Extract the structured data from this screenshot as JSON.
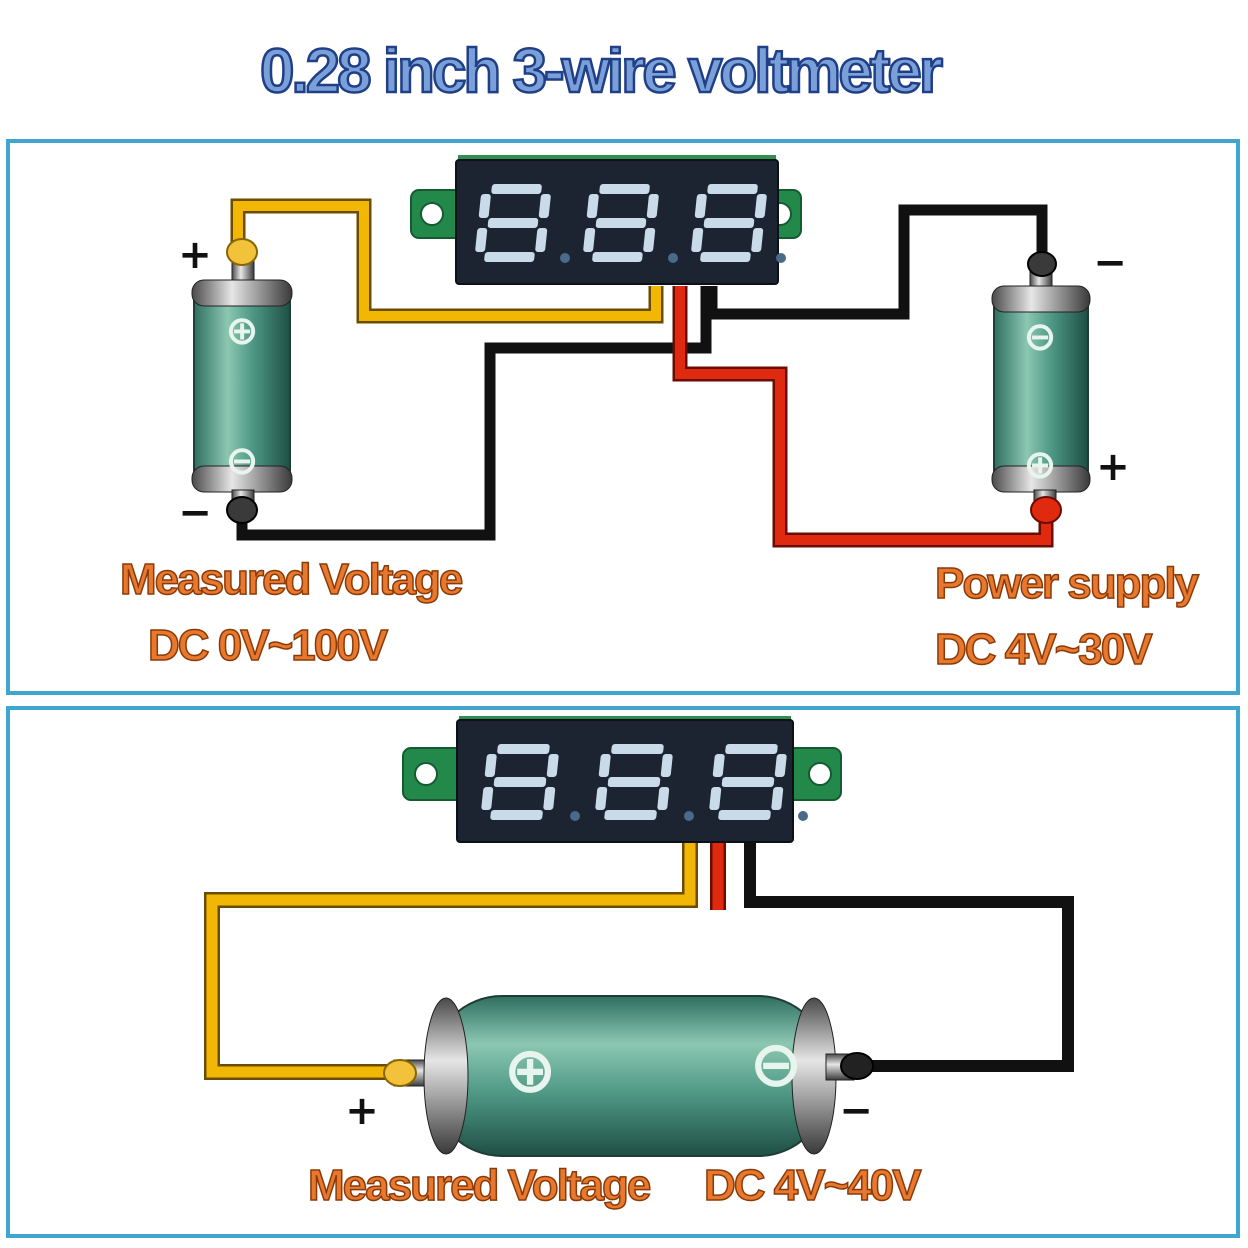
{
  "title": "0.28 inch 3-wire voltmeter",
  "colors": {
    "title_fill": "#7b9fd8",
    "title_stroke": "#1f3f86",
    "panel_border": "#3fa6cf",
    "label_fill": "#e8782e",
    "label_stroke": "#8a3a08",
    "wire_yellow": "#f2b705",
    "wire_red": "#e02a10",
    "wire_black": "#111111",
    "battery_green": "#4f9a86",
    "pcb_green": "#23894a",
    "display_bg": "#1b2430",
    "segment": "#c9dbe8"
  },
  "icons": [
    "seven-segment-display",
    "battery-icon",
    "plus-symbol",
    "minus-symbol"
  ],
  "top_panel": {
    "display_digits": "8.8.8.",
    "measured_battery": {
      "top_terminal": "⊕",
      "bottom_terminal": "⊖",
      "plus_sign": "+",
      "minus_sign": "−"
    },
    "supply_battery": {
      "top_terminal": "⊖",
      "bottom_terminal": "⊕",
      "plus_sign": "+",
      "minus_sign": "−"
    },
    "measured_label_line1": "Measured  Voltage",
    "measured_label_line2": "DC 0V~100V",
    "supply_label_line1": "Power supply",
    "supply_label_line2": "DC 4V~30V"
  },
  "bottom_panel": {
    "display_digits": "8.8.8.",
    "battery": {
      "left_terminal": "⊕",
      "right_terminal": "⊖",
      "plus_sign": "+",
      "minus_sign": "−"
    },
    "label_part1": "Measured  Voltage",
    "label_part2": "DC 4V~40V"
  }
}
